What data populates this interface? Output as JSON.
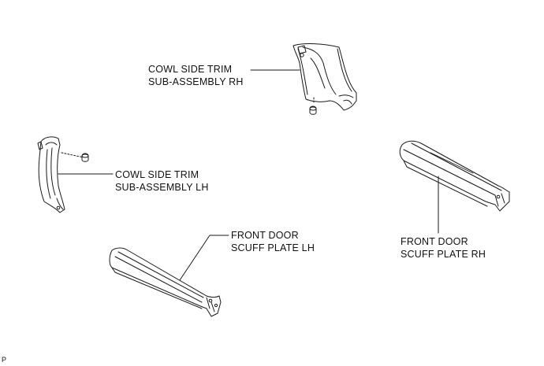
{
  "labels": {
    "cowl_rh": {
      "line1": "COWL SIDE TRIM",
      "line2": "SUB-ASSEMBLY RH"
    },
    "cowl_lh": {
      "line1": "COWL SIDE TRIM",
      "line2": "SUB-ASSEMBLY LH"
    },
    "scuff_lh": {
      "line1": "FRONT DOOR",
      "line2": "SCUFF PLATE LH"
    },
    "scuff_rh": {
      "line1": "FRONT DOOR",
      "line2": "SCUFF PLATE RH"
    }
  },
  "figure_code": "P"
}
